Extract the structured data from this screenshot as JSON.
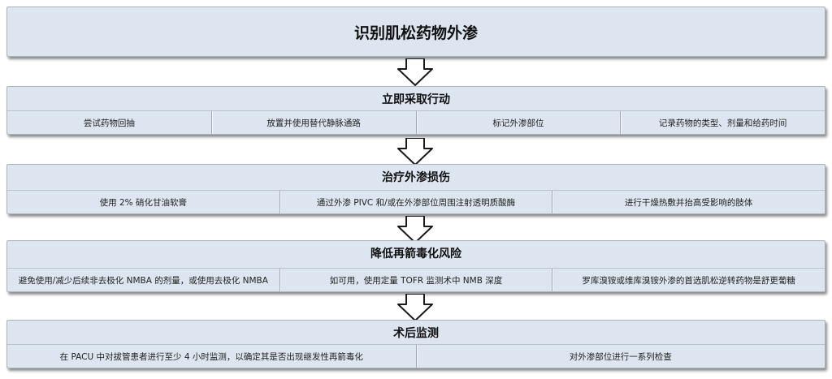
{
  "title": "识别肌松药物外渗",
  "sections": [
    {
      "title": "立即采取行动",
      "items": [
        "尝试药物回抽",
        "放置并使用替代静脉通路",
        "标记外渗部位",
        "记录药物的类型、剂量和给药时间"
      ]
    },
    {
      "title": "治疗外渗损伤",
      "items": [
        "使用 2% 硝化甘油软膏",
        "通过外渗 PIVC 和/或在外渗部位周围注射透明质酸酶",
        "进行干燥热敷并抬高受影响的肢体"
      ]
    },
    {
      "title": "降低再箭毒化风险",
      "items": [
        "避免使用/减少后续非去极化 NMBA 的剂量，或使用去极化 NMBA",
        "如可用，使用定量 TOFR 监测术中 NMB 深度",
        "罗库溴铵或维库溴铵外渗的首选肌松逆转药物是舒更葡糖"
      ]
    },
    {
      "title": "术后监测",
      "items": [
        "在 PACU 中对拔管患者进行至少 4 小时监测，以确定其是否出现继发性再箭毒化",
        "对外渗部位进行一系列检查"
      ]
    }
  ]
}
